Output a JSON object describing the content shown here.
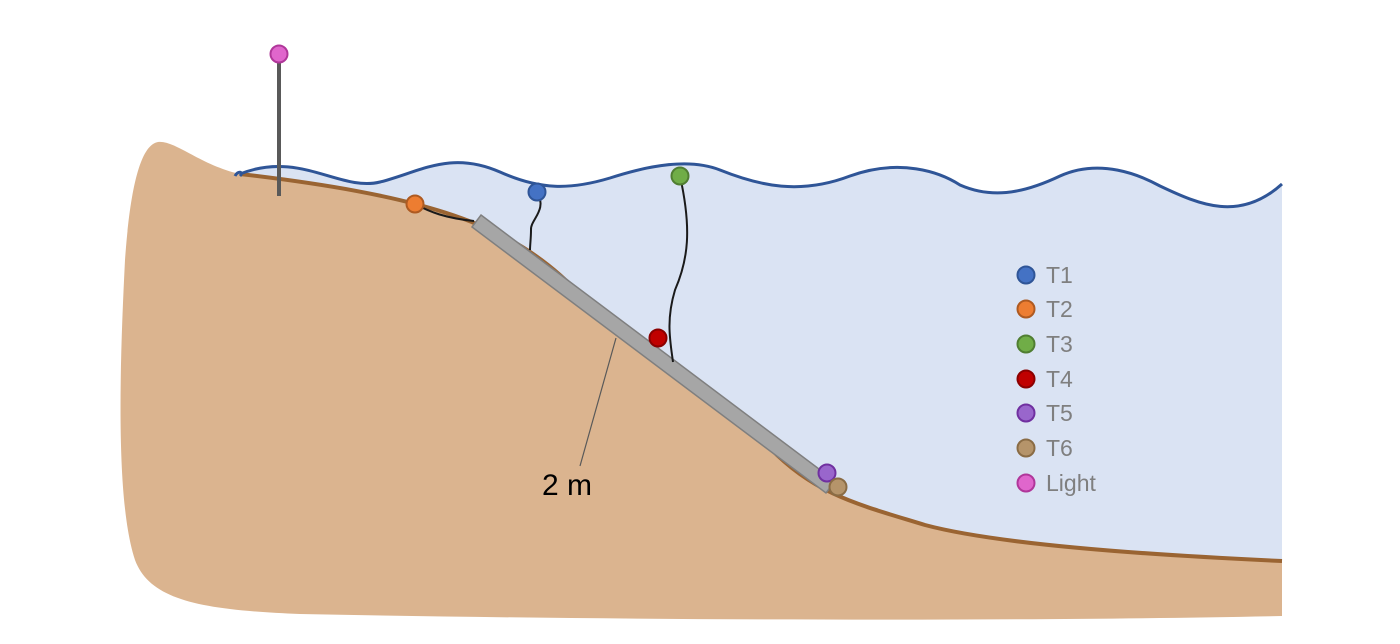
{
  "colors": {
    "background": "#ffffff",
    "ground_fill": "#dbb48f",
    "ground_edge": "#9a6432",
    "water_fill": "#dae3f3",
    "wave_line": "#2f5597",
    "plank_fill": "#a6a6a6",
    "plank_edge": "#7f7f7f",
    "pole": "#595959",
    "cable": "#1a1a1a",
    "legend_text": "#7f7f7f",
    "label_text": "#000000"
  },
  "measurement_label": "2 m",
  "legend": [
    {
      "id": "t1",
      "label": "T1",
      "color": "#4472c4",
      "edge": "#2f5597"
    },
    {
      "id": "t2",
      "label": "T2",
      "color": "#ed7d31",
      "edge": "#ae5a21"
    },
    {
      "id": "t3",
      "label": "T3",
      "color": "#70ad47",
      "edge": "#507e32"
    },
    {
      "id": "t4",
      "label": "T4",
      "color": "#c00000",
      "edge": "#8b0000"
    },
    {
      "id": "t5",
      "label": "T5",
      "color": "#9966cc",
      "edge": "#7030a0"
    },
    {
      "id": "t6",
      "label": "T6",
      "color": "#b5946a",
      "edge": "#8a6c45"
    },
    {
      "id": "light",
      "label": "Light",
      "color": "#e066cc",
      "edge": "#b0379a"
    }
  ]
}
